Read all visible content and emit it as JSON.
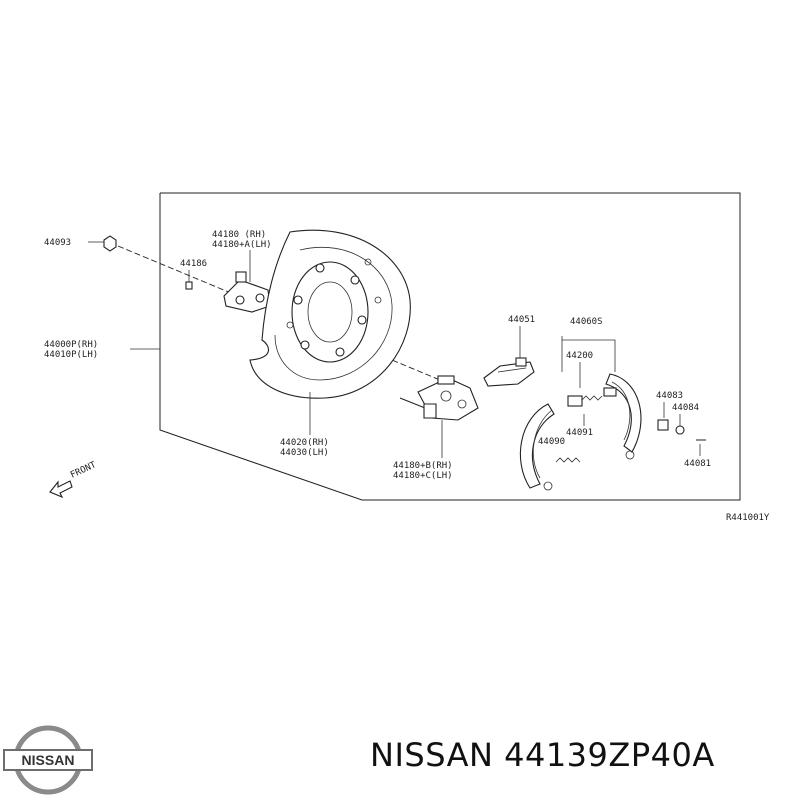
{
  "callouts": {
    "p44093": "44093",
    "p44180_rh": "44180  (RH)",
    "p44180a_lh": "44180+A(LH)",
    "p44186": "44186",
    "p44000p_rh": "44000P(RH)",
    "p44010p_lh": "44010P(LH)",
    "p44020_rh": "44020(RH)",
    "p44030_lh": "44030(LH)",
    "p44180b_rh": "44180+B(RH)",
    "p44180c_lh": "44180+C(LH)",
    "p44051": "44051",
    "p44060s": "44060S",
    "p44200": "44200",
    "p44083": "44083",
    "p44084": "44084",
    "p44091": "44091",
    "p44090": "44090",
    "p44081": "44081",
    "front": "FRONT",
    "ref_code": "R441001Y"
  },
  "caption": "NISSAN 44139ZP40A",
  "logo_text": "NISSAN"
}
